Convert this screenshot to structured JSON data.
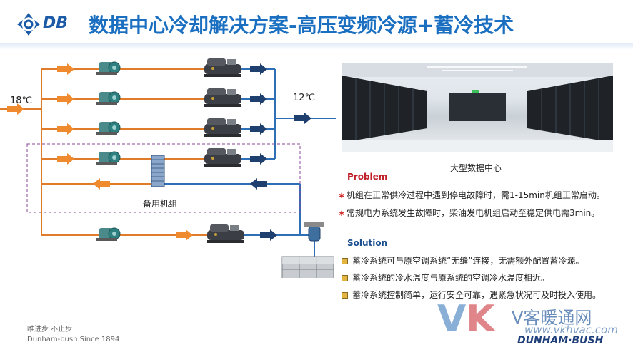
{
  "header": {
    "logo_text": "DB",
    "title": "数据中心冷却解决方案-高压变频冷源+蓄冷技术"
  },
  "diagram": {
    "inlet_temp": "18℃",
    "outlet_temp": "12℃",
    "standby_label": "备用机组"
  },
  "photo": {
    "caption": "大型数据中心"
  },
  "problem": {
    "heading": "Problem",
    "items": [
      "机组在正常供冷过程中遇到停电故障时，需1-15min机组正常启动。",
      "常规电力系统发生故障时，柴油发电机组启动至稳定供电需3min。"
    ]
  },
  "solution": {
    "heading": "Solution",
    "items": [
      "蓄冷系统可与原空调系统“无缝”连接，无需额外配置蓄冷源。",
      "蓄冷系统的冷水温度与原系统的空调冷水温度相近。",
      "蓄冷系统控制简单，运行安全可靠，遇紧急状况可及时投入使用。"
    ]
  },
  "footer": {
    "slogan": "唯进步 不止步",
    "company": "Dunham-bush Since 1894"
  },
  "watermark": {
    "vk_v": "V",
    "vk_k": "K",
    "site_name": "V客暖通网",
    "url": "www.vkhvac.com",
    "brand": "DUNHAM·BUSH"
  },
  "colors": {
    "title_blue": "#1a6fc0",
    "pipe_orange": "#e07b2a",
    "pipe_blue": "#2f6fb5",
    "arrow_navy": "#1f3f6e",
    "problem_red": "#c0202a",
    "solution_blue": "#1b4f8f"
  }
}
